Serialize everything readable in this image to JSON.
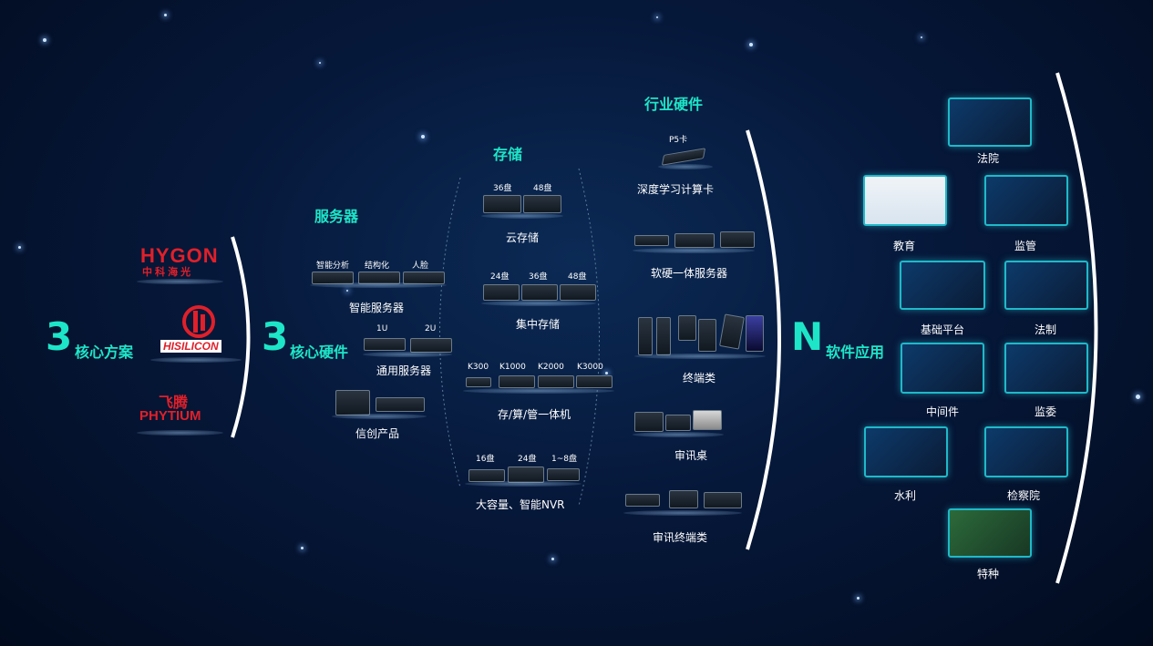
{
  "logos": {
    "hygon_en": "HYGON",
    "hygon_cn": "中 科 海 光",
    "hisilicon": "HISILICON",
    "phytium_cn": "飞腾",
    "phytium_en": "PHYTIUM"
  },
  "section1": {
    "number": "3",
    "label": "核心方案"
  },
  "section2": {
    "number": "3",
    "label": "核心硬件"
  },
  "section3": {
    "number": "N",
    "label": "软件应用"
  },
  "servers": {
    "title": "服务器",
    "smart": {
      "tags": [
        "智能分析",
        "结构化",
        "人脸"
      ],
      "label": "智能服务器"
    },
    "general": {
      "tags": [
        "1U",
        "2U"
      ],
      "label": "通用服务器"
    },
    "xinchuang": {
      "label": "信创产品"
    }
  },
  "storage": {
    "title": "存储",
    "cloud": {
      "tags": [
        "36盘",
        "48盘"
      ],
      "label": "云存储"
    },
    "central": {
      "tags": [
        "24盘",
        "36盘",
        "48盘"
      ],
      "label": "集中存储"
    },
    "integrated": {
      "tags": [
        "K300",
        "K1000",
        "K2000",
        "K3000"
      ],
      "label": "存/算/管一体机"
    },
    "nvr": {
      "tags": [
        "16盘",
        "24盘",
        "1~8盘"
      ],
      "label": "大容量、智能NVR"
    }
  },
  "industry": {
    "title": "行业硬件",
    "p5": {
      "tag": "P5卡",
      "label": "深度学习计算卡"
    },
    "soft_hard": {
      "label": "软硬一体服务器"
    },
    "terminal": {
      "label": "终端类"
    },
    "interrogation_desk": {
      "label": "审讯桌"
    },
    "interrogation_terminal": {
      "label": "审讯终端类"
    }
  },
  "apps": [
    "法院",
    "教育",
    "监管",
    "基础平台",
    "法制",
    "中间件",
    "监委",
    "水利",
    "检察院",
    "特种"
  ],
  "colors": {
    "accent": "#1de6c8",
    "background": "#06183a",
    "arc": "#ffffff"
  }
}
